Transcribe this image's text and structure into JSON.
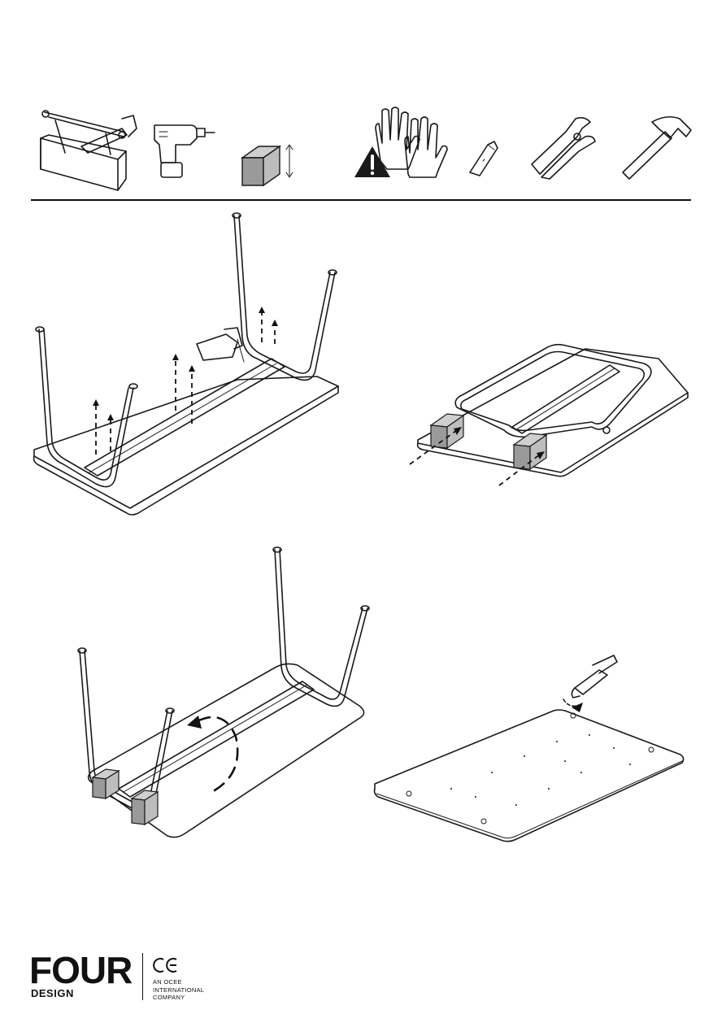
{
  "tools": [
    {
      "name": "toolbox-icon"
    },
    {
      "name": "power-drill-icon"
    },
    {
      "name": "block-height-icon"
    },
    {
      "name": "gloves-warning-icon"
    },
    {
      "name": "utility-knife-icon"
    },
    {
      "name": "pliers-icon"
    },
    {
      "name": "hammer-icon"
    }
  ],
  "steps": [
    {
      "name": "step-remove-legs"
    },
    {
      "name": "step-insert-blocks"
    },
    {
      "name": "step-rotate-frame"
    },
    {
      "name": "step-remove-caps"
    }
  ],
  "footer": {
    "logo_word": "FOUR",
    "logo_sub": "DESIGN",
    "brand_line1": "AN OCEE",
    "brand_line2": "INTERNATIONAL",
    "brand_line3": "COMPANY"
  }
}
